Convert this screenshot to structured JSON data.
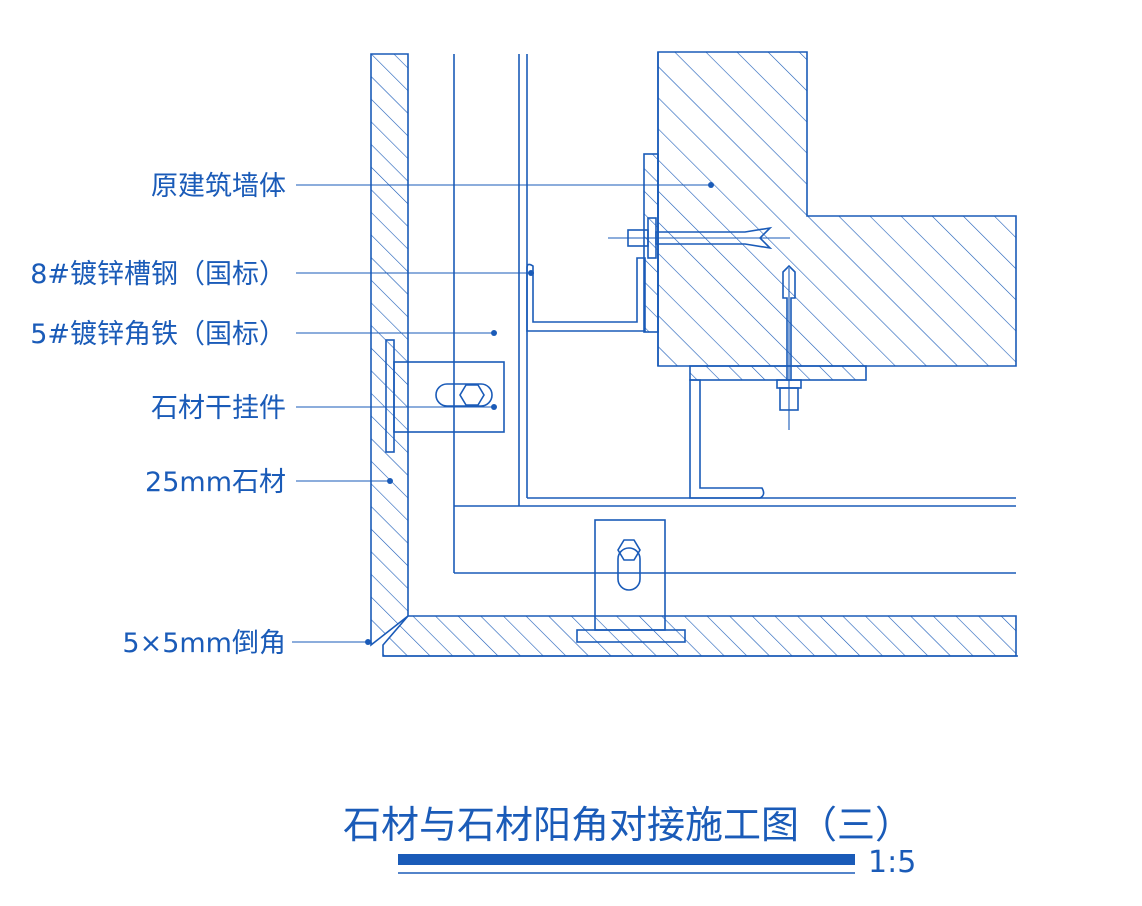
{
  "labels": {
    "wall": "原建筑墙体",
    "channel": "8#镀锌槽钢（国标）",
    "angle": "5#镀锌角铁（国标）",
    "hanger": "石材干挂件",
    "stone": "25mm石材",
    "chamfer": "5×5mm倒角"
  },
  "title": {
    "text": "石材与石材阳角对接施工图（三）",
    "scale": "1:5"
  },
  "colors": {
    "line": "#1a5bb8",
    "background": "#ffffff"
  }
}
